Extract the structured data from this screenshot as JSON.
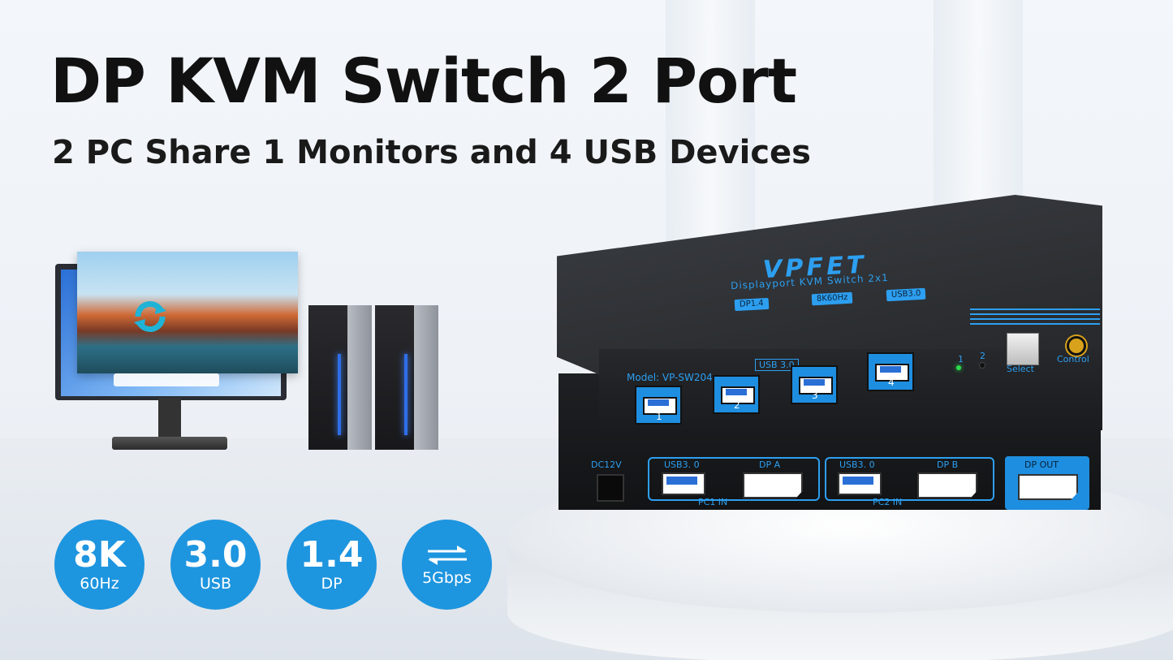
{
  "header": {
    "title": "DP KVM Switch 2 Port",
    "subtitle": "2 PC Share 1 Monitors and 4 USB Devices"
  },
  "badges": [
    {
      "big": "8K",
      "small": "60Hz"
    },
    {
      "big": "3.0",
      "small": "USB"
    },
    {
      "big": "1.4",
      "small": "DP"
    },
    {
      "icon": "bidirectional-arrows-icon",
      "small": "5Gbps"
    }
  ],
  "device": {
    "brand": "VPFET",
    "product_line": "Displayport KVM Switch 2x1",
    "spec_pills": [
      "DP1.4",
      "8K60Hz",
      "USB3.0"
    ],
    "model": "Model: VP-SW204",
    "usb_tag": "USB 3.0",
    "usb_ports": [
      "1",
      "2",
      "3",
      "4"
    ],
    "led_labels": [
      "1",
      "2"
    ],
    "select_label": "Select",
    "control_label": "Control",
    "rear": {
      "dc_label": "DC12V",
      "pc1": {
        "usb_label": "USB3. 0",
        "dp_label": "DP A",
        "group_label": "PC1 IN"
      },
      "pc2": {
        "usb_label": "USB3. 0",
        "dp_label": "DP B",
        "group_label": "PC2 IN"
      },
      "dp_out_label": "DP OUT"
    }
  },
  "colors": {
    "accent": "#1e95df",
    "device_text": "#2d9ff0",
    "led_green": "#2bdc4a"
  }
}
